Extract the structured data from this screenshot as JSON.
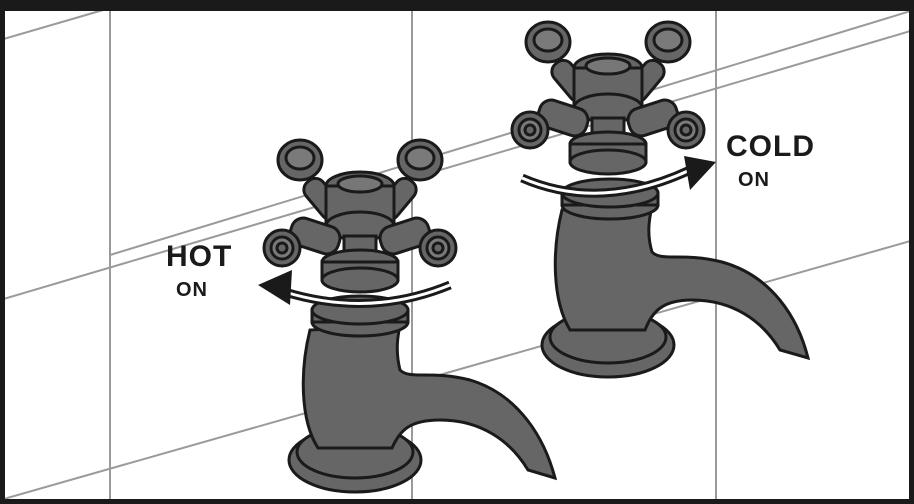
{
  "labels": {
    "hot": "HOT",
    "hot_state": "ON",
    "cold": "COLD",
    "cold_state": "ON"
  },
  "colors": {
    "frame": "#1a1a1a",
    "grout": "#9a9a9a",
    "tile_bg": "#ffffff",
    "faucet_fill": "#666666",
    "faucet_stroke": "#1a1a1a"
  },
  "icons": {
    "hot_direction": "curved-arrow-left-icon",
    "cold_direction": "curved-arrow-right-icon"
  }
}
